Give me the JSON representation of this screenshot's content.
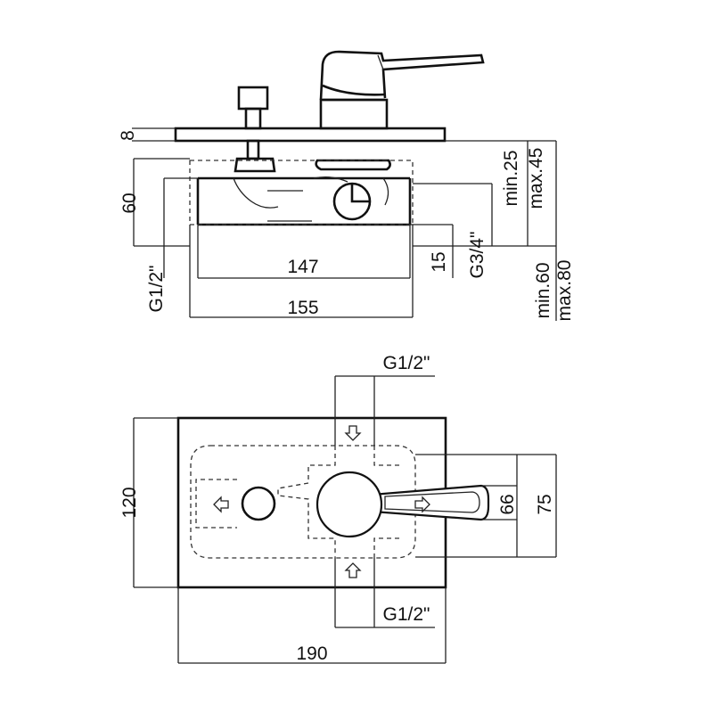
{
  "side_view": {
    "dimensions": {
      "plate_thickness": "8",
      "body_height": "60",
      "inlet_thread": "G1/2\"",
      "body_width": "147",
      "box_width": "155",
      "offset": "15",
      "outlet_thread": "G3/4\"",
      "depth_min": "min.25",
      "depth_max": "max.45",
      "total_min": "min.60",
      "total_max": "max.80"
    }
  },
  "plan_view": {
    "dimensions": {
      "top_thread": "G1/2\"",
      "bottom_thread": "G1/2\"",
      "plate_height": "120",
      "plate_width": "190",
      "lever_width": "66",
      "box_height": "75"
    }
  }
}
